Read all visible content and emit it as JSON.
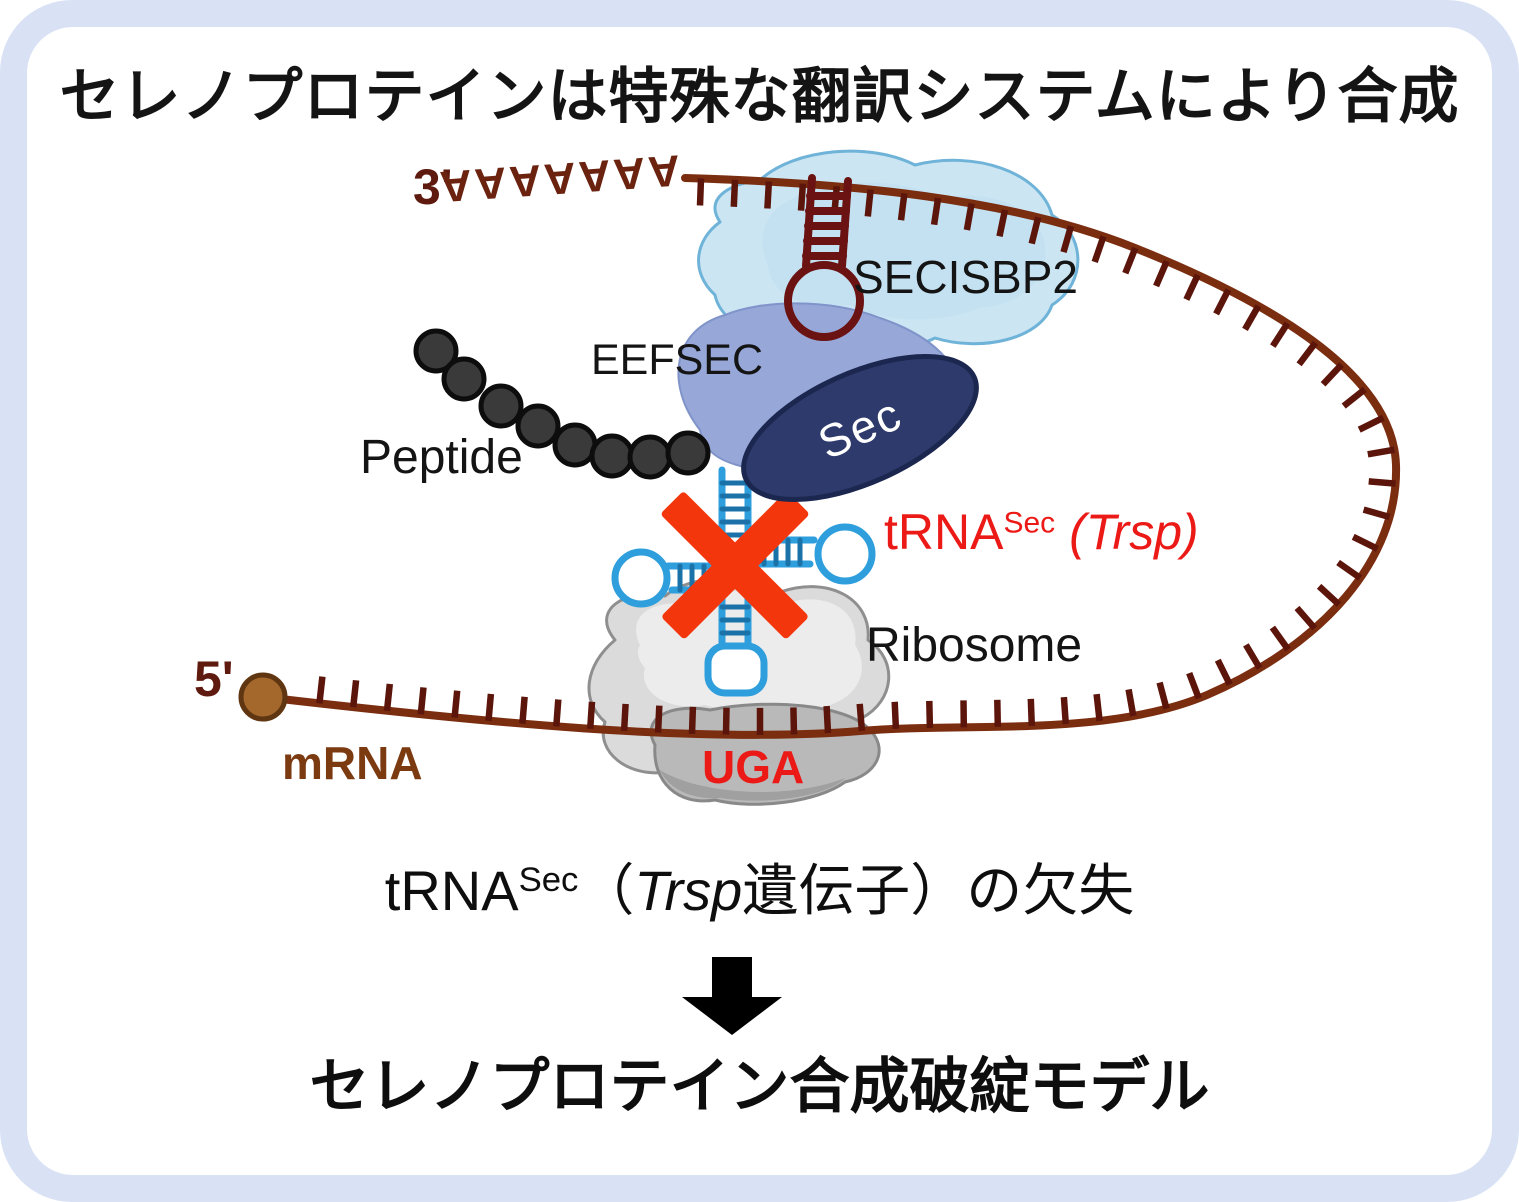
{
  "title": "セレノプロテインは特殊な翻訳システムにより合成",
  "diagram": {
    "labels": {
      "three_prime": "3'",
      "poly_a": "AAAAAAA",
      "secisbp2": "SECISBP2",
      "eefsec": "EEFSEC",
      "sec": "Sec",
      "peptide": "Peptide",
      "ribosome": "Ribosome",
      "uga": "UGA",
      "five_prime": "5'",
      "mrna": "mRNA",
      "trna": {
        "pre": "tRNA",
        "sup": "Sec",
        "open": " (",
        "gene": "Trsp",
        "close": ")"
      }
    }
  },
  "caption": {
    "line1": {
      "pre": "tRNA",
      "sup": "Sec",
      "open": "（",
      "gene": "Trsp",
      "post": "遺伝子）の欠失"
    },
    "line2": "セレノプロテイン合成破綻モデル"
  },
  "colors": {
    "frame": "#D9E2F4",
    "mrna_line": "#7B2D10",
    "mrna_tick": "#5C150A",
    "end_label": "#5E1A0E",
    "mrna_label": "#7B3A10",
    "cap_fill": "#A4682C",
    "cap_stroke": "#5F3611",
    "secis_stem": "#6B1212",
    "secisbp2_fill": "#CBE5F3",
    "secisbp2_stroke": "#6FB3D8",
    "eefsec_fill": "#96A7D8",
    "eefsec_stroke": "#8094C9",
    "sec_fill": "#2D3A6B",
    "sec_stroke": "#1C2750",
    "sec_text": "#FFFFFF",
    "peptide_fill": "#3A3A3A",
    "peptide_stroke": "#0D0D0D",
    "trna_blue": "#2E9EDC",
    "trna_dark": "#1A72A8",
    "cross_red": "#F4360C",
    "accent_red": "#EC1A17",
    "ribosome_large_fill": "#DBDBDB",
    "ribosome_large_stroke": "#8F8F8F",
    "ribosome_small_fill": "#B9B9B9",
    "ribosome_small_stroke": "#898989",
    "text": "#141414"
  }
}
